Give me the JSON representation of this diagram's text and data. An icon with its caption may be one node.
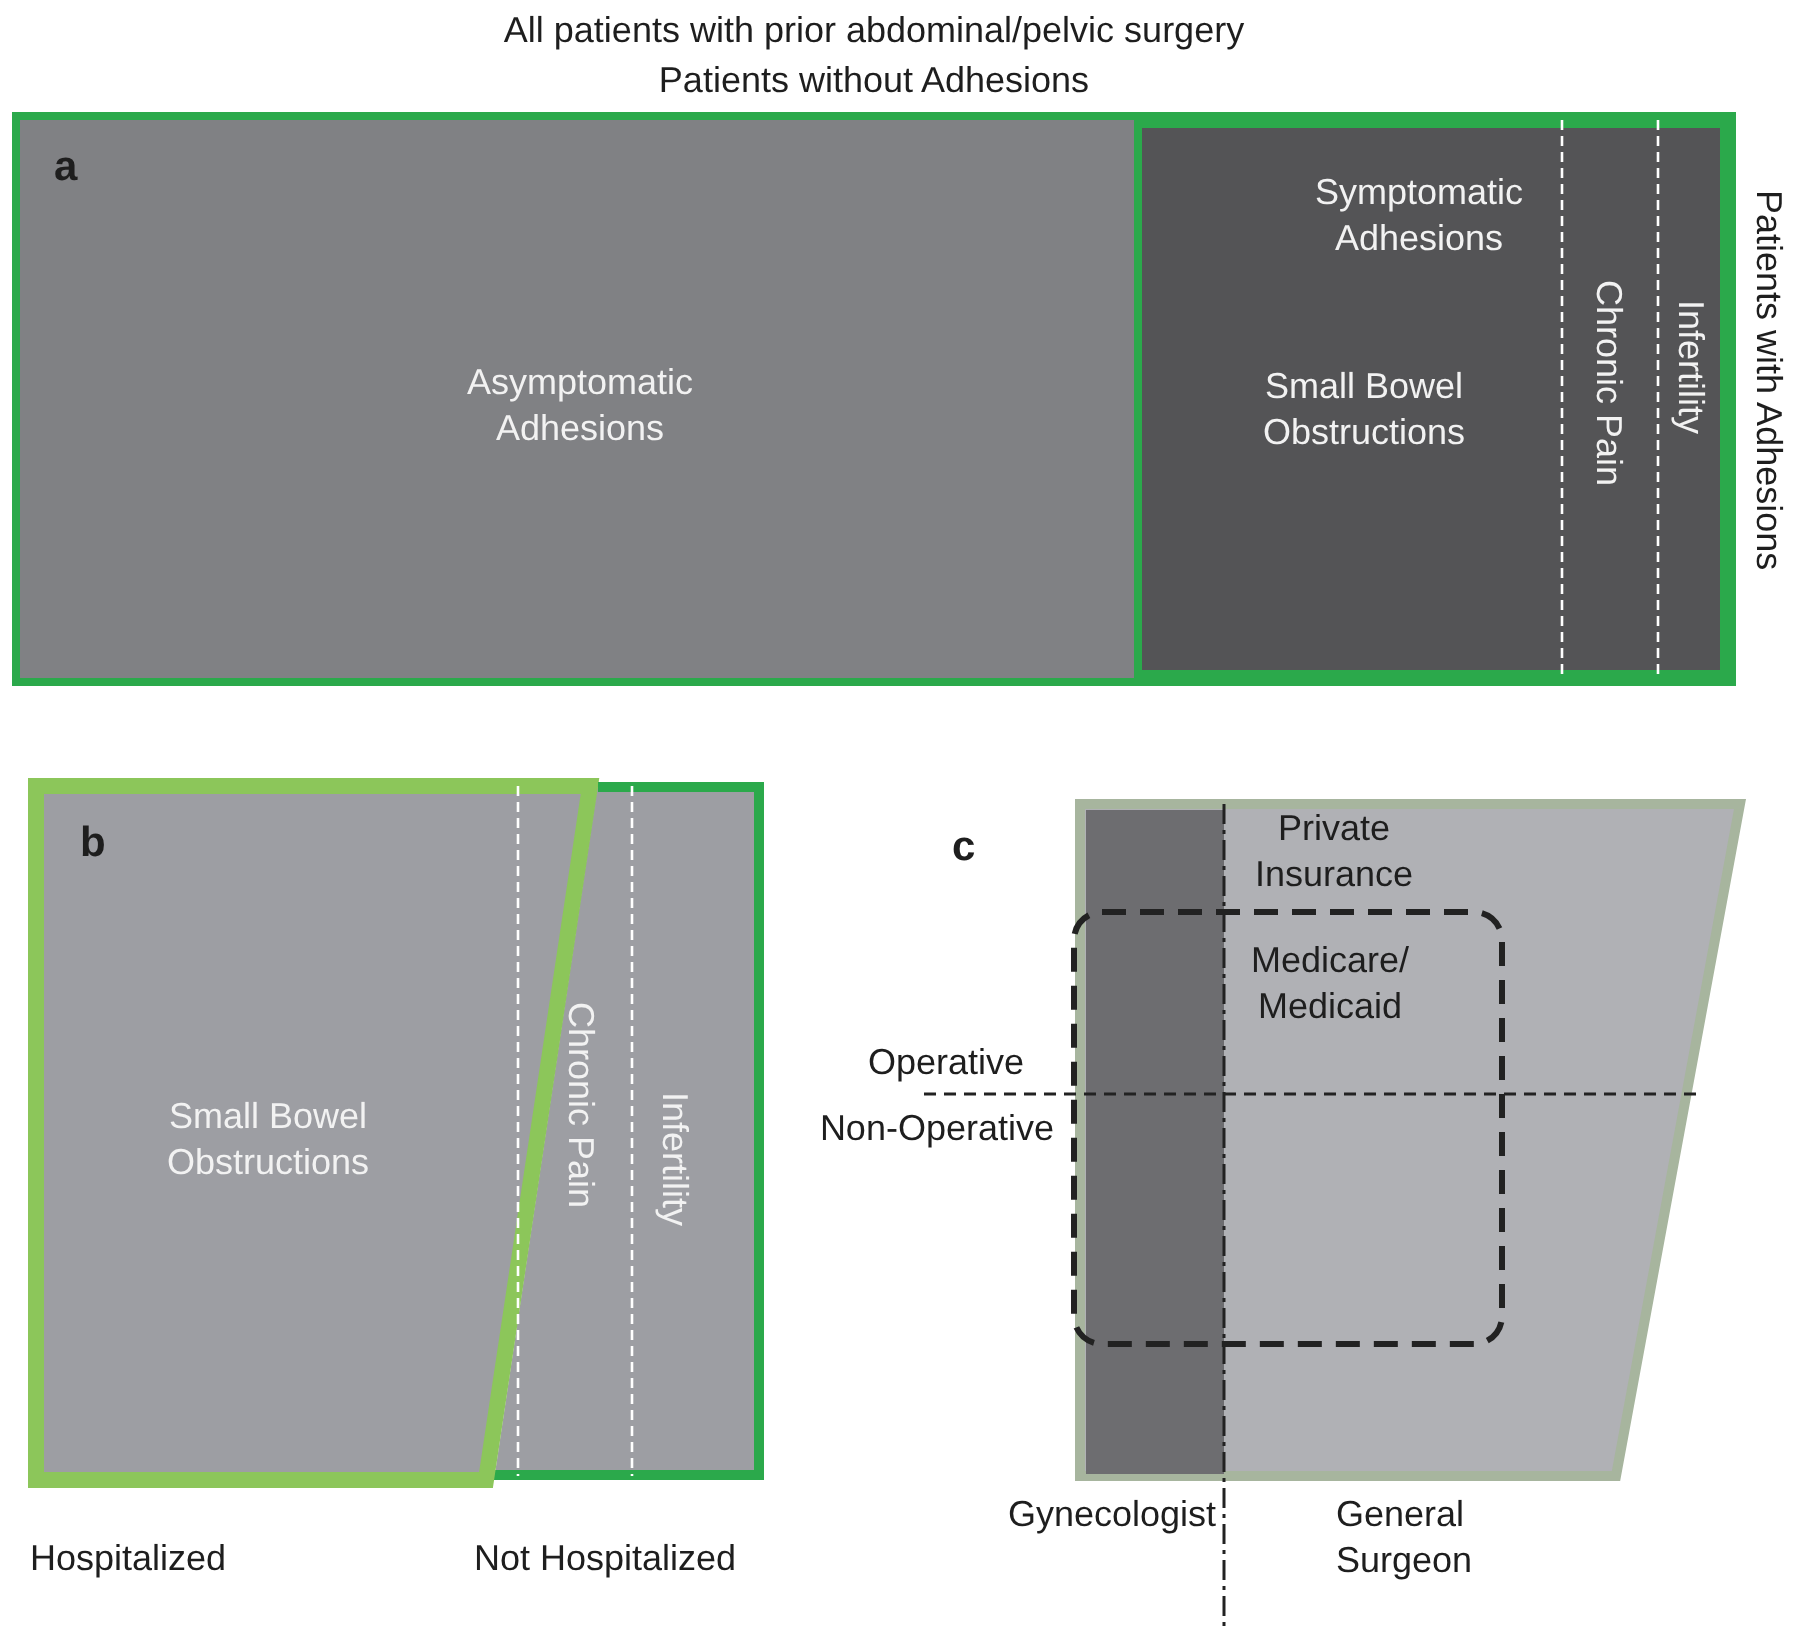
{
  "diagram": {
    "nodes": [
      {
        "text": [],
        "shape": "box",
        "beside": [
          "All patients with prior abdominal/pelvic surgery",
          "Patients without Adhesions"
        ]
      },
      {
        "text": [
          "Asymptomatic Adhesions"
        ],
        "in": 0
      },
      {
        "text": [
          "Symptomatic Adhesions",
          "Small Bowel Obstructions"
        ],
        "in": 0,
        "beside": [
          "Patients with Adhesions"
        ]
      },
      {
        "text": [
          "Chronic Pain"
        ],
        "in": 2
      },
      {
        "text": [
          "Infertility"
        ],
        "in": 2
      },
      {
        "text": [
          "Small Bowel Obstructions"
        ],
        "beside": [
          "Hospitalized"
        ]
      },
      {
        "text": [
          "Chronic Pain",
          "Infertility"
        ],
        "beside": [
          "Not Hospitalized"
        ]
      },
      {
        "text": [
          "Private Insurance"
        ],
        "beside": [
          "General Surgeon"
        ]
      },
      {
        "text": [],
        "shape": "bar",
        "in": 7,
        "beside": [
          "Gynecologist"
        ]
      },
      {
        "text": [
          "Medicare/ Medicaid"
        ],
        "in": 7
      }
    ],
    "edges": [],
    "labels": [
      "a",
      "b",
      "c",
      "Operative",
      "Non-Operative"
    ]
  }
}
